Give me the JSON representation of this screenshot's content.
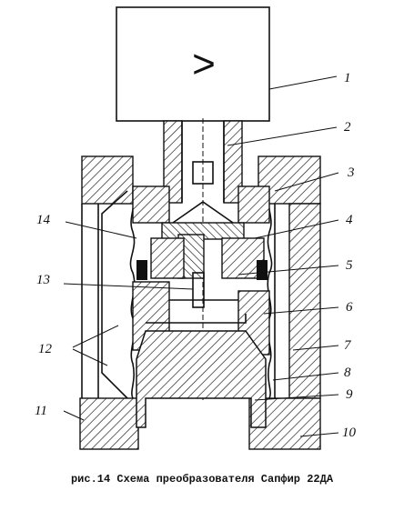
{
  "amplifier_symbol": ">",
  "part_numbers": [
    "1",
    "2",
    "3",
    "4",
    "5",
    "6",
    "7",
    "8",
    "9",
    "10",
    "11",
    "12",
    "13",
    "14"
  ],
  "caption": "рис.14 Схема преобразователя Сапфир 22ДА"
}
